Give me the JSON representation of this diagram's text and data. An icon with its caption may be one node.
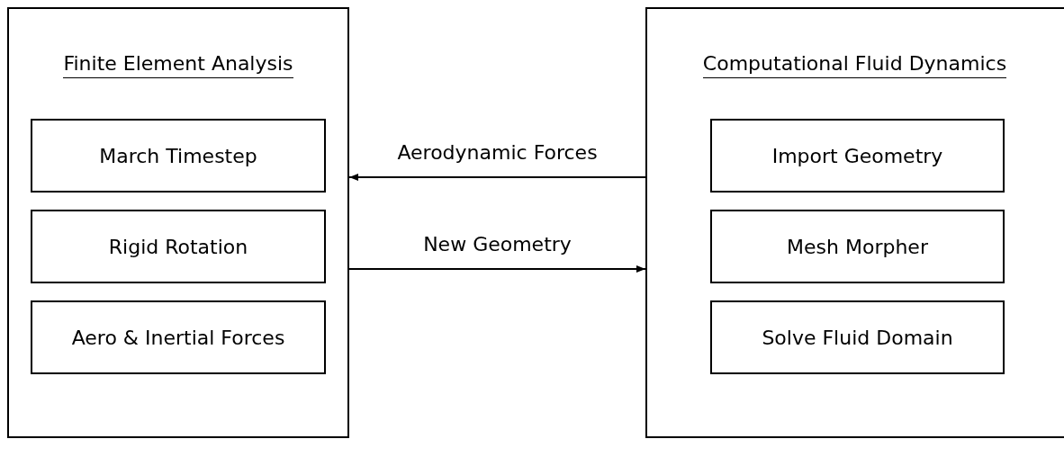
{
  "diagram": {
    "nodes": [
      {
        "text": [
          "Finite Element Analysis"
        ]
      },
      {
        "text": [
          "March Timestep"
        ],
        "in": 0
      },
      {
        "text": [
          "Rigid Rotation"
        ],
        "in": 0
      },
      {
        "text": [
          "Aero & Inertial Forces"
        ],
        "in": 0
      },
      {
        "text": [
          "Computational Fluid Dynamics"
        ]
      },
      {
        "text": [
          "Import Geometry"
        ],
        "in": 4
      },
      {
        "text": [
          "Mesh Morpher"
        ],
        "in": 4
      },
      {
        "text": [
          "Solve Fluid Domain"
        ],
        "in": 4
      }
    ],
    "edges": [
      {
        "from": 4,
        "to": 0,
        "arrow": "to",
        "label": "Aerodynamic Forces"
      },
      {
        "from": 0,
        "to": 4,
        "arrow": "to",
        "label": "New Geometry"
      }
    ]
  }
}
